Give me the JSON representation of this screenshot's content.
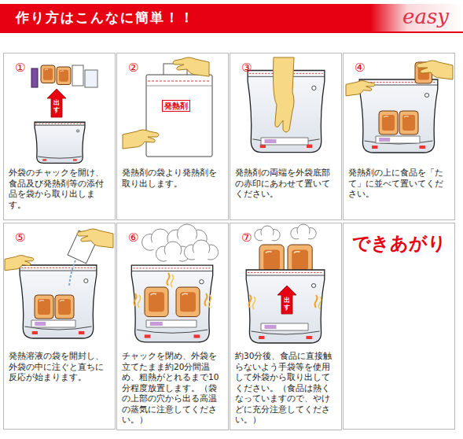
{
  "diagram": {
    "title": "作り方はこんなに簡単！！",
    "nodes": [
      {
        "text": [
          "①",
          "外袋のチャックを開け、食品及び発熱剤等の添付品を袋から取り出します。"
        ]
      },
      {
        "text": [
          "②",
          "発熱剤の袋より発熱剤を取り出します。"
        ]
      },
      {
        "text": [
          "③",
          "発熱剤の両端を外袋底部の赤印にあわせて置いてください。"
        ]
      },
      {
        "text": [
          "④",
          "発熱剤の上に食品を「たて」に並べて置いてください。"
        ]
      },
      {
        "text": [
          "⑤",
          "発熱溶液の袋を開封し、外袋の中に注ぐと直ちに反応が始まります。"
        ]
      },
      {
        "text": [
          "⑥",
          "チャックを閉め、外袋を立てたまま約20分間温め、粗熱がとれるまで10分程度放置します。（袋の上部の穴から出る高温の蒸気に注意してください。）"
        ]
      },
      {
        "text": [
          "⑦",
          "約30分後、食品に直接触らないよう手袋等を使用して外袋から取り出してください。（食品は熱くなっていますので、やけどに充分注意してください。）"
        ]
      },
      {
        "text": [
          "できあがり"
        ]
      }
    ],
    "labels": [
      "easy",
      "出す",
      "発熱剤",
      "出す"
    ]
  }
}
